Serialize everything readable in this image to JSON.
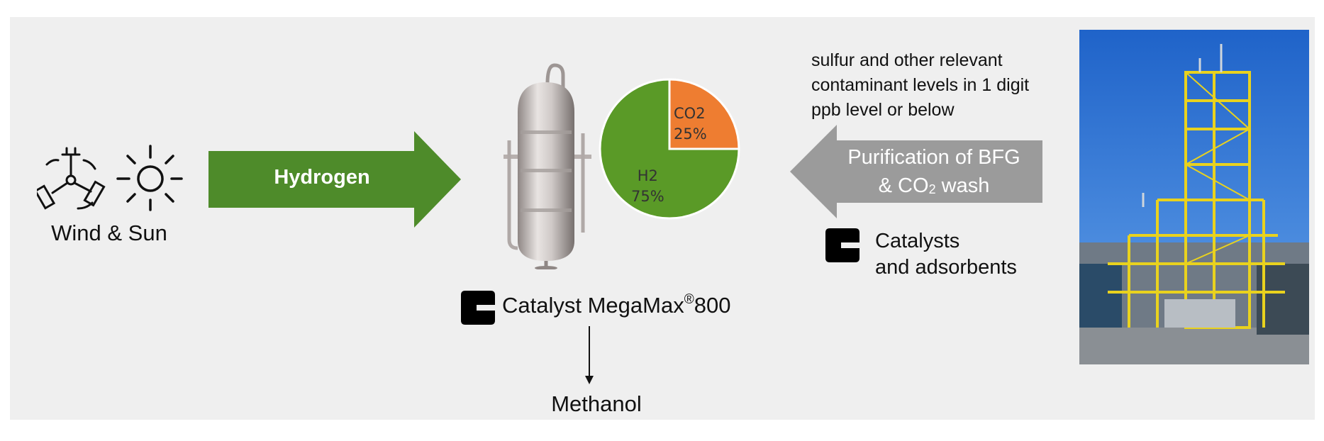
{
  "left": {
    "label": "Wind & Sun",
    "icons": [
      "wind-turbine-icon",
      "sun-icon"
    ]
  },
  "hydrogen_arrow": {
    "label": "Hydrogen",
    "color": "#4e8b2a"
  },
  "reactor": {
    "icon": "reactor-vessel-icon"
  },
  "chart_data": {
    "type": "pie",
    "categories": [
      "CO2",
      "H2"
    ],
    "values": [
      25,
      75
    ],
    "labels": [
      "25%",
      "75%"
    ],
    "colors": [
      "#ee7d31",
      "#5a9a27"
    ]
  },
  "catalyst": {
    "logo": "clariant-logo",
    "name": "Catalyst MegaMax",
    "reg": "®",
    "model": "800"
  },
  "output": {
    "label": "Methanol"
  },
  "note": {
    "line1": "sulfur and other relevant",
    "line2": "contaminant levels in 1 digit",
    "line3": "ppb level or below"
  },
  "purification_arrow": {
    "line1": "Purification of BFG",
    "line2_prefix": "& CO",
    "line2_sub": "2",
    "line2_suffix": " wash",
    "color": "#9b9b9b"
  },
  "adsorbents": {
    "logo": "clariant-logo",
    "line1": "Catalysts",
    "line2": "and adsorbents"
  },
  "photo": {
    "icon": "industrial-plant-photo"
  }
}
